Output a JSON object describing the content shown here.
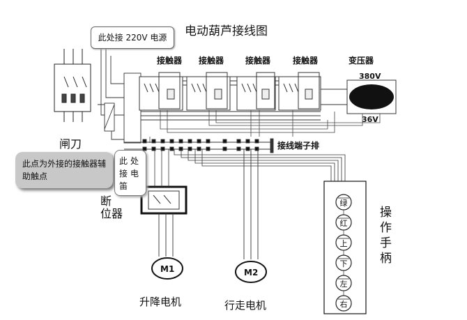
{
  "title": "电动葫芦接线图",
  "labels": {
    "contactor": "接触器",
    "transformer": "变压器",
    "v380": "380V",
    "v36": "36V",
    "knife_switch": "闸刀",
    "limit_switch_1": "断",
    "limit_switch_2": "位器",
    "terminal_block": "接线端子排",
    "handle_1": "操",
    "handle_2": "作",
    "handle_3": "手",
    "handle_4": "柄",
    "m1": "M1",
    "m2": "M2",
    "lift_motor": "升降电机",
    "travel_motor": "行走电机"
  },
  "callouts": {
    "power_220": "此处接 220V 电源",
    "aux_contact": "此点为外接的接触器辅助触点",
    "relay": "此处接电笛"
  },
  "buttons": [
    "绿",
    "红",
    "上",
    "下",
    "左",
    "右"
  ]
}
